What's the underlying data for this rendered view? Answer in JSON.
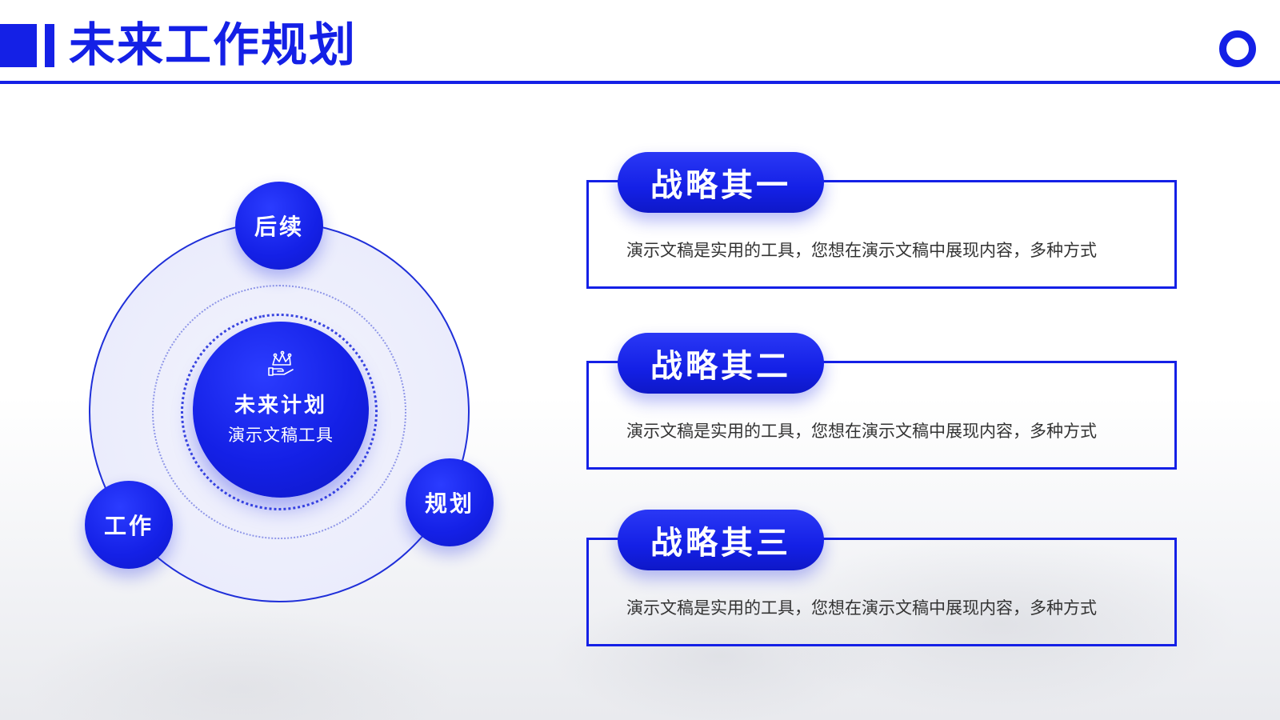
{
  "header": {
    "title": "未来工作规划"
  },
  "diagram": {
    "center_title": "未来计划",
    "center_subtitle": "演示文稿工具",
    "nodes": [
      {
        "label": "后续"
      },
      {
        "label": "工作"
      },
      {
        "label": "规划"
      }
    ],
    "icons": [
      "crown-icon",
      "ring-icon"
    ]
  },
  "strategies": [
    {
      "title": "战略其一",
      "text": "演示文稿是实用的工具，您想在演示文稿中展现内容，多种方式"
    },
    {
      "title": "战略其二",
      "text": "演示文稿是实用的工具，您想在演示文稿中展现内容，多种方式"
    },
    {
      "title": "战略其三",
      "text": "演示文稿是实用的工具，您想在演示文稿中展现内容，多种方式"
    }
  ],
  "colors": {
    "accent": "#1420e6",
    "text": "#333333",
    "background": "#ffffff"
  }
}
